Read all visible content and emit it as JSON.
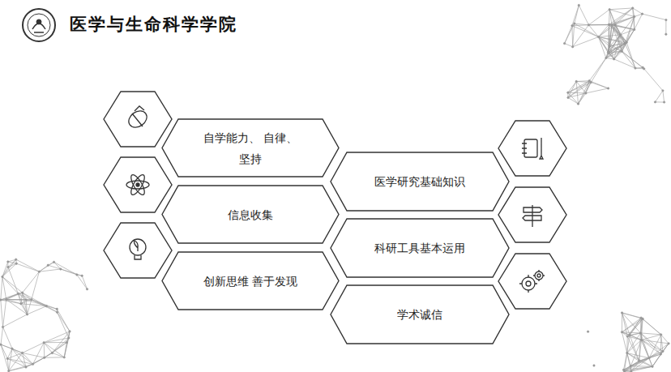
{
  "diagram": {
    "title": "医学与生命科学学院",
    "nodes": [
      {
        "text": [
          "自学能力、 自律、坚持"
        ]
      },
      {
        "text": [
          "医学研究基础知识"
        ]
      },
      {
        "text": [
          "信息收集"
        ]
      },
      {
        "text": [
          "科研工具基本运用"
        ]
      },
      {
        "text": [
          "创新思维 善于发现"
        ]
      },
      {
        "text": [
          "学术诚信"
        ]
      }
    ]
  }
}
